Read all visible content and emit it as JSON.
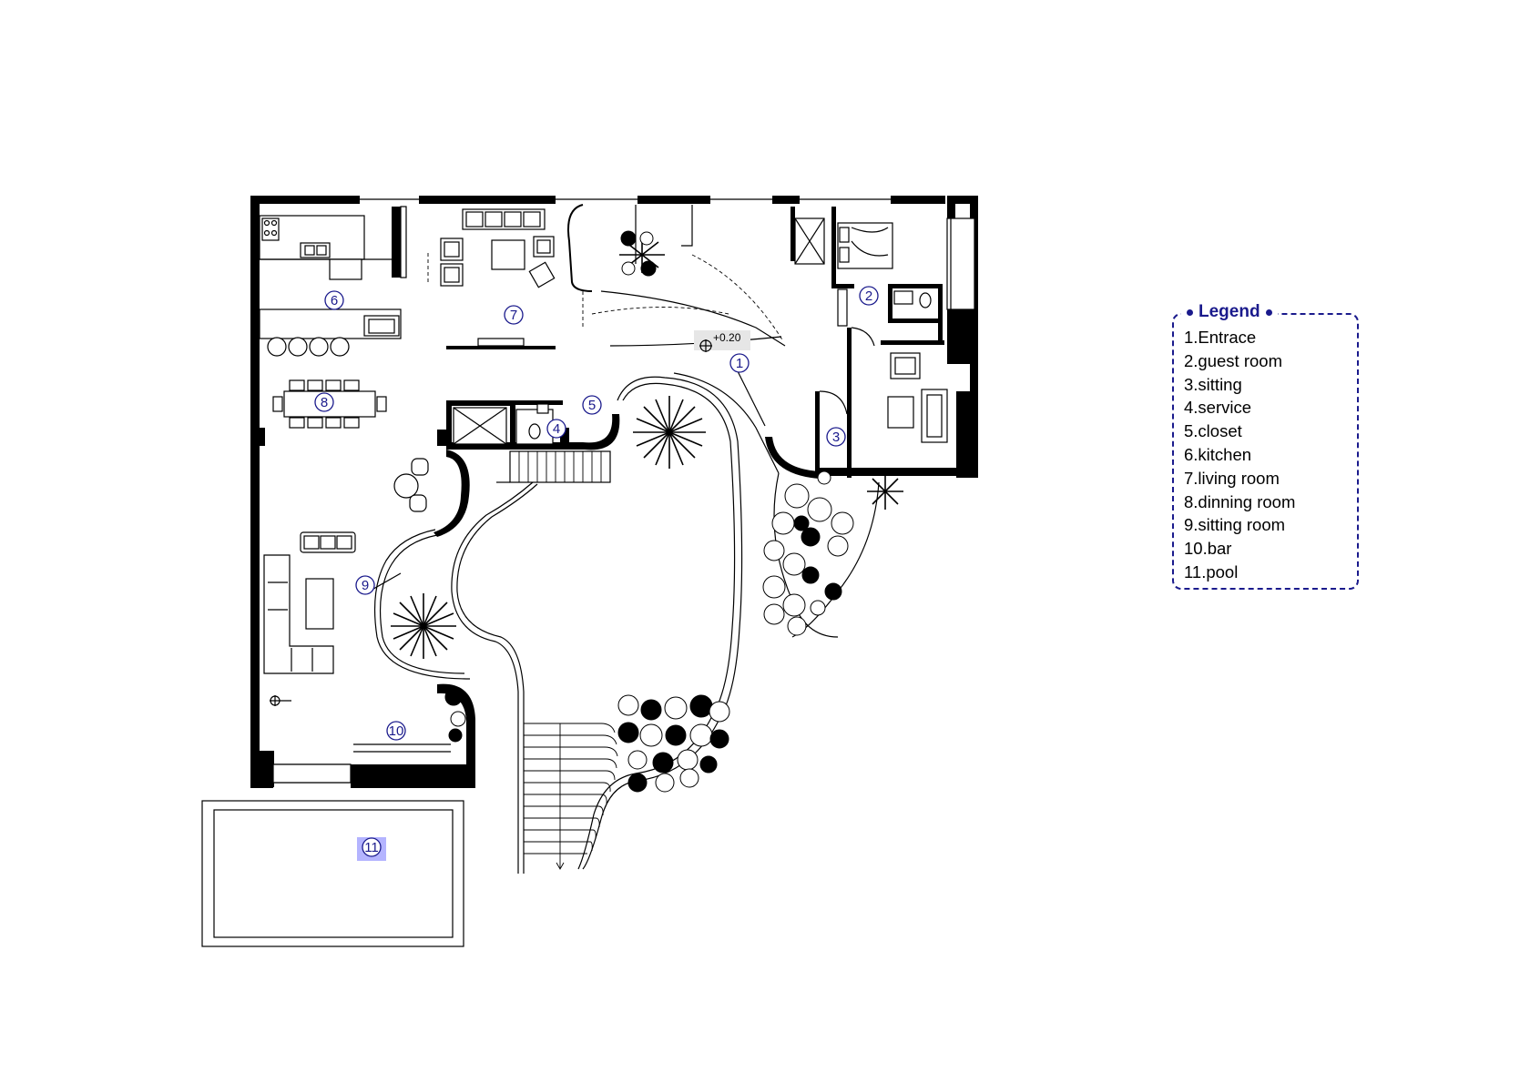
{
  "plan": {
    "level_marker": "+0.20",
    "room_tags": [
      "1",
      "2",
      "3",
      "4",
      "5",
      "6",
      "7",
      "8",
      "9",
      "10",
      "11"
    ]
  },
  "legend": {
    "title": "Legend",
    "items": [
      "1.Entrace",
      "2.guest room",
      "3.sitting",
      "4.service",
      "5.closet",
      "6.kitchen",
      "7.living room",
      "8.dinning room",
      "9.sitting room",
      "10.bar",
      "11.pool"
    ],
    "accent_color": "#1a1a8c",
    "highlight_color": "#b4b4ff"
  }
}
